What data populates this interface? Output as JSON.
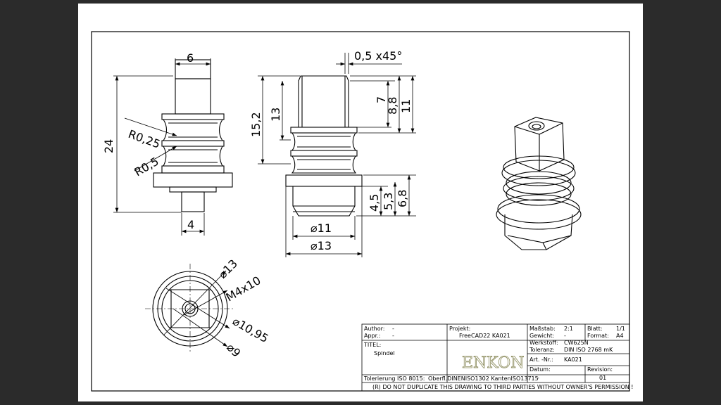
{
  "dims": {
    "width_6": "6",
    "r025": "R0,25",
    "r05": "R0,5",
    "height_24": "24",
    "width_4": "4",
    "chamfer": "0,5 x45°",
    "h_7": "7",
    "h_88": "8,8",
    "h_11": "11",
    "h_152": "15,2",
    "h_13": "13",
    "h_45": "4,5",
    "h_53": "5,3",
    "h_68": "6,8",
    "dia_11": "⌀11",
    "dia_13_front": "⌀13",
    "dia_13_top": "⌀13",
    "thread": "M4x10",
    "dia_1095": "⌀10,95",
    "dia_9": "⌀9"
  },
  "title_block": {
    "author_label": "Author:",
    "author_value": "-",
    "appr_label": "Appr.:",
    "appr_value": "-",
    "projekt_label": "Projekt:",
    "projekt_value": "FreeCAD22 KA021",
    "massstab_label": "Maßstab:",
    "massstab_value": "2:1",
    "blatt_label": "Blatt:",
    "blatt_value": "1/1",
    "gewicht_label": "Gewicht:",
    "gewicht_value": "-",
    "format_label": "Format:",
    "format_value": "A4",
    "titel_label": "TITEL:",
    "titel_value": "Spindel",
    "logo_text": "ENKON",
    "werkstoff_label": "Werkstoff:",
    "werkstoff_value": "CW625N",
    "toleranz_label": "Toleranz:",
    "toleranz_value": "DIN ISO 2768 mK",
    "artnr_label": "Art. -Nr.:",
    "artnr_value": "KA021",
    "datum_label": "Datum:",
    "datum_value": "-",
    "revision_label": "Revision:",
    "revision_value": "01",
    "tolerierung": "Tolerierung ISO 8015:",
    "oberfl": "Oberfl.DINENISO1302 KantenISO13715",
    "notice": "(R) DO NOT DUPLICATE THIS DRAWING TO THIRD PARTIES WITHOUT OWNER'S PERMISSION !"
  }
}
